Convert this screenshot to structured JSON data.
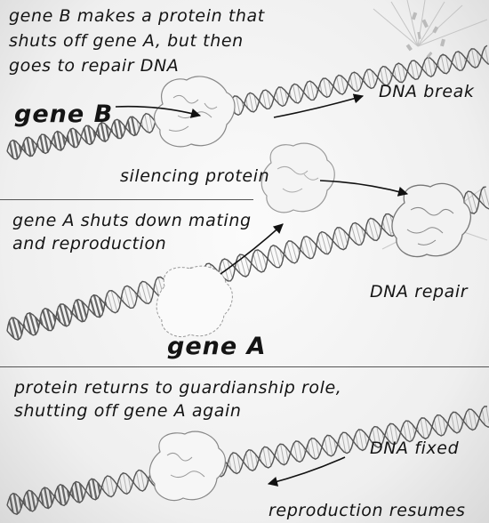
{
  "panels": [
    {
      "caption_lines": [
        "gene B makes a protein that",
        "shuts off gene A, but then",
        "goes to repair DNA"
      ],
      "gene_label": "gene B",
      "labels": {
        "dna_break": "DNA break",
        "silencing_protein": "silencing protein"
      }
    },
    {
      "caption_lines": [
        "gene A shuts down mating",
        "and reproduction"
      ],
      "gene_label": "gene A",
      "labels": {
        "dna_repair": "DNA repair"
      }
    },
    {
      "caption_lines": [
        "protein returns to guardianship role,",
        "shutting off gene A again"
      ],
      "labels": {
        "dna_fixed": "DNA fixed",
        "reproduction_resumes": "reproduction resumes"
      }
    }
  ]
}
